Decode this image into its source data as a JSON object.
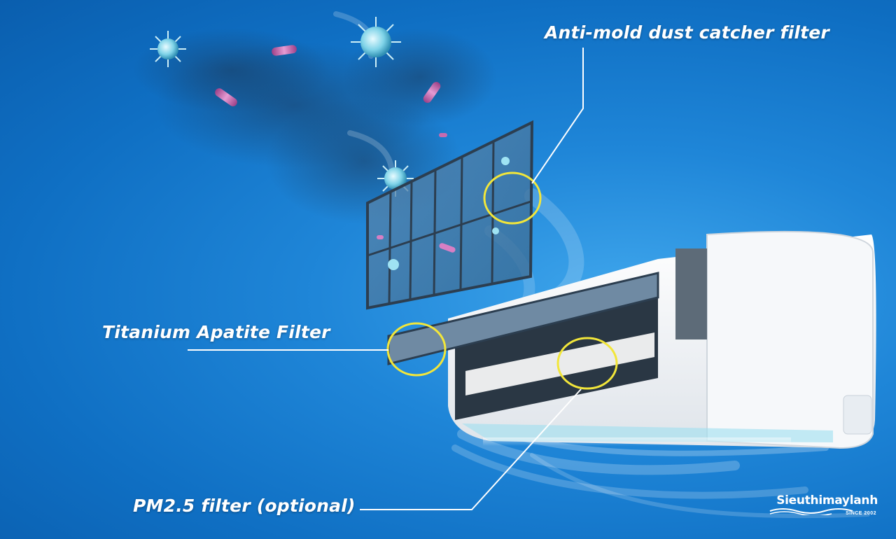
{
  "callouts": {
    "antimold": "Anti-mold dust catcher filter",
    "titanium": "Titanium Apatite Filter",
    "pm25": "PM2.5 filter (optional)"
  },
  "brand": {
    "name": "Sieuthimaylanh",
    "since": "SINCE 2002"
  },
  "colors": {
    "background": "#1a7ed0",
    "highlight_circle": "#f2e63a",
    "callout_text": "#ffffff",
    "unit_body": "#f4f6f8"
  },
  "subjects": [
    "air-conditioner-indoor-unit",
    "filter-panel",
    "virus",
    "bacteria",
    "dust-cloud",
    "airflow-streams"
  ]
}
